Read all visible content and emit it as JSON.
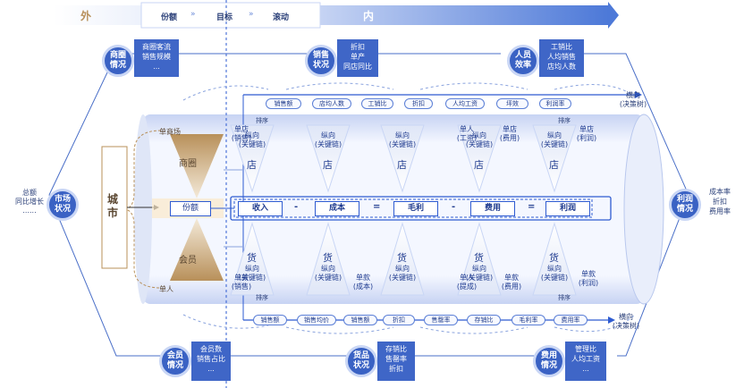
{
  "top_bar": {
    "outer": "外",
    "inner": "内",
    "steps": [
      "份额",
      "目标",
      "滚动"
    ]
  },
  "left_badge": {
    "title": "市场\n状况",
    "side_text": [
      "总额",
      "同比增长",
      "......"
    ]
  },
  "right_badge": {
    "title": "利润\n情况",
    "side_text": [
      "成本率",
      "折扣",
      "费用率"
    ]
  },
  "top_badges": [
    {
      "title": "商圈\n情况",
      "info": [
        "商圈客流",
        "销售规模",
        "..."
      ]
    },
    {
      "title": "销售\n状况",
      "info": [
        "折扣",
        "单产",
        "同店同比"
      ]
    },
    {
      "title": "人员\n效率",
      "info": [
        "工销比",
        "人均销售",
        "店均人数"
      ]
    }
  ],
  "bottom_badges": [
    {
      "title": "会员\n情况",
      "info": [
        "会员数",
        "销售占比",
        "..."
      ]
    },
    {
      "title": "货品\n状况",
      "info": [
        "存销比",
        "售罄率",
        "折扣"
      ]
    },
    {
      "title": "费用\n情况",
      "info": [
        "管理比",
        "人均工资",
        "..."
      ]
    }
  ],
  "top_pills": [
    "销售额",
    "店均人数",
    "工销比",
    "折扣",
    "人均工资",
    "坪效",
    "利润率"
  ],
  "bottom_pills": [
    "销售额",
    "销售均价",
    "销售额",
    "折扣",
    "售罄率",
    "存销比",
    "毛利率",
    "费用率"
  ],
  "horizontal_top": "横向\n(决策树)",
  "horizontal_bottom": "横向\n(决策树)",
  "sort_label": "排序",
  "city": "城市",
  "shangquan": "商圈",
  "huiyuan": "会员",
  "dan_shangchang": "单商场",
  "dan_ren": "单人",
  "flow": {
    "share": "份额",
    "items": [
      "收入",
      "成本",
      "毛利",
      "费用",
      "利润"
    ],
    "ops": [
      "-",
      "=",
      "-",
      "="
    ]
  },
  "store_label": "店",
  "goods_label": "货",
  "vertical_chain": "纵向\n(关键链)",
  "top_side_labels": [
    "单店\n(销售)",
    "单人\n(工资)",
    "单店\n(费用)",
    "单店\n(利润)"
  ],
  "bottom_side_labels": [
    "单款\n(销售)",
    "单款\n(成本)",
    "单人\n(提成)",
    "单款\n(费用)",
    "单款\n(利润)"
  ]
}
